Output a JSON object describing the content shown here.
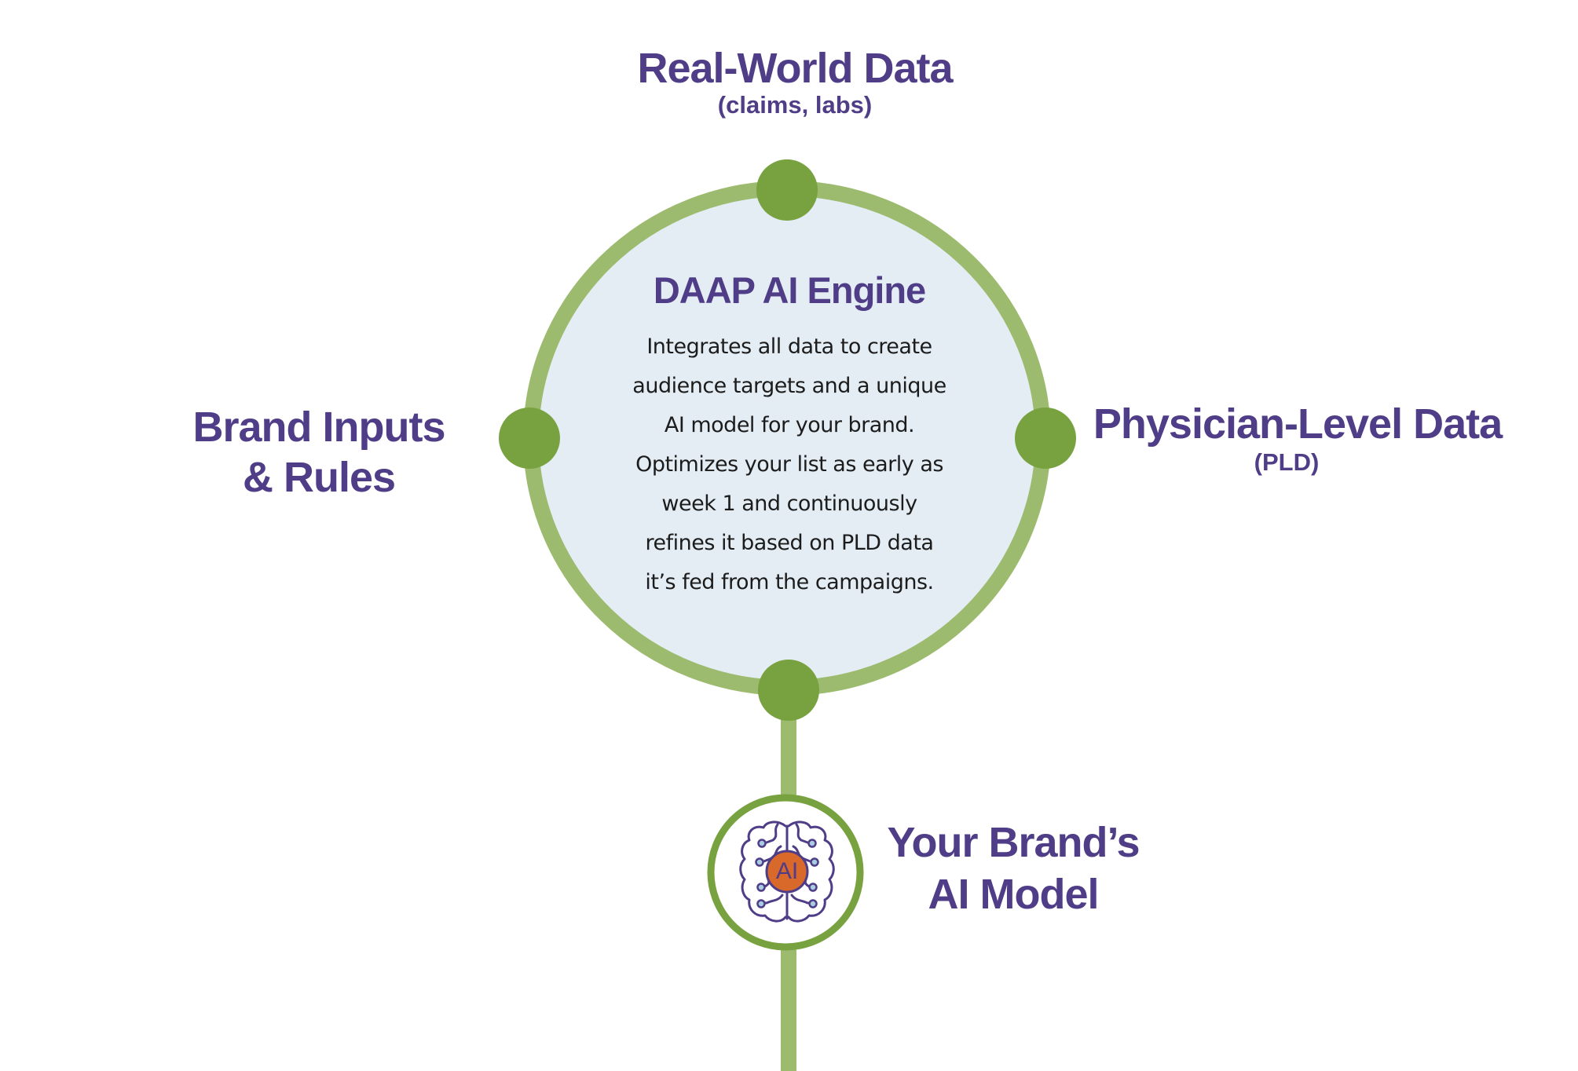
{
  "colors": {
    "purple": "#4f3d87",
    "ring_green": "#9cbb6e",
    "node_green": "#78a23f",
    "engine_fill": "#e4edf4",
    "ai_orange": "#d9682b",
    "brain_node_blue": "#a9cde0",
    "body_text": "#1c1c1c"
  },
  "inputs": {
    "top": {
      "title": "Real-World Data",
      "subtitle": "(claims, labs)"
    },
    "left": {
      "title_line1": "Brand Inputs",
      "title_line2": "& Rules"
    },
    "right": {
      "title": "Physician-Level Data",
      "subtitle": "(PLD)"
    }
  },
  "engine": {
    "title": "DAAP AI Engine",
    "body_lines": [
      "Integrates all data to create",
      "audience targets and a unique",
      "AI model for your brand.",
      "Optimizes your list as early as",
      "week 1 and continuously",
      "refines it based on PLD data",
      "it’s fed from the campaigns."
    ]
  },
  "output": {
    "icon": "brain-ai-icon",
    "icon_badge": "AI",
    "title_line1": "Your Brand’s",
    "title_line2": "AI Model"
  }
}
